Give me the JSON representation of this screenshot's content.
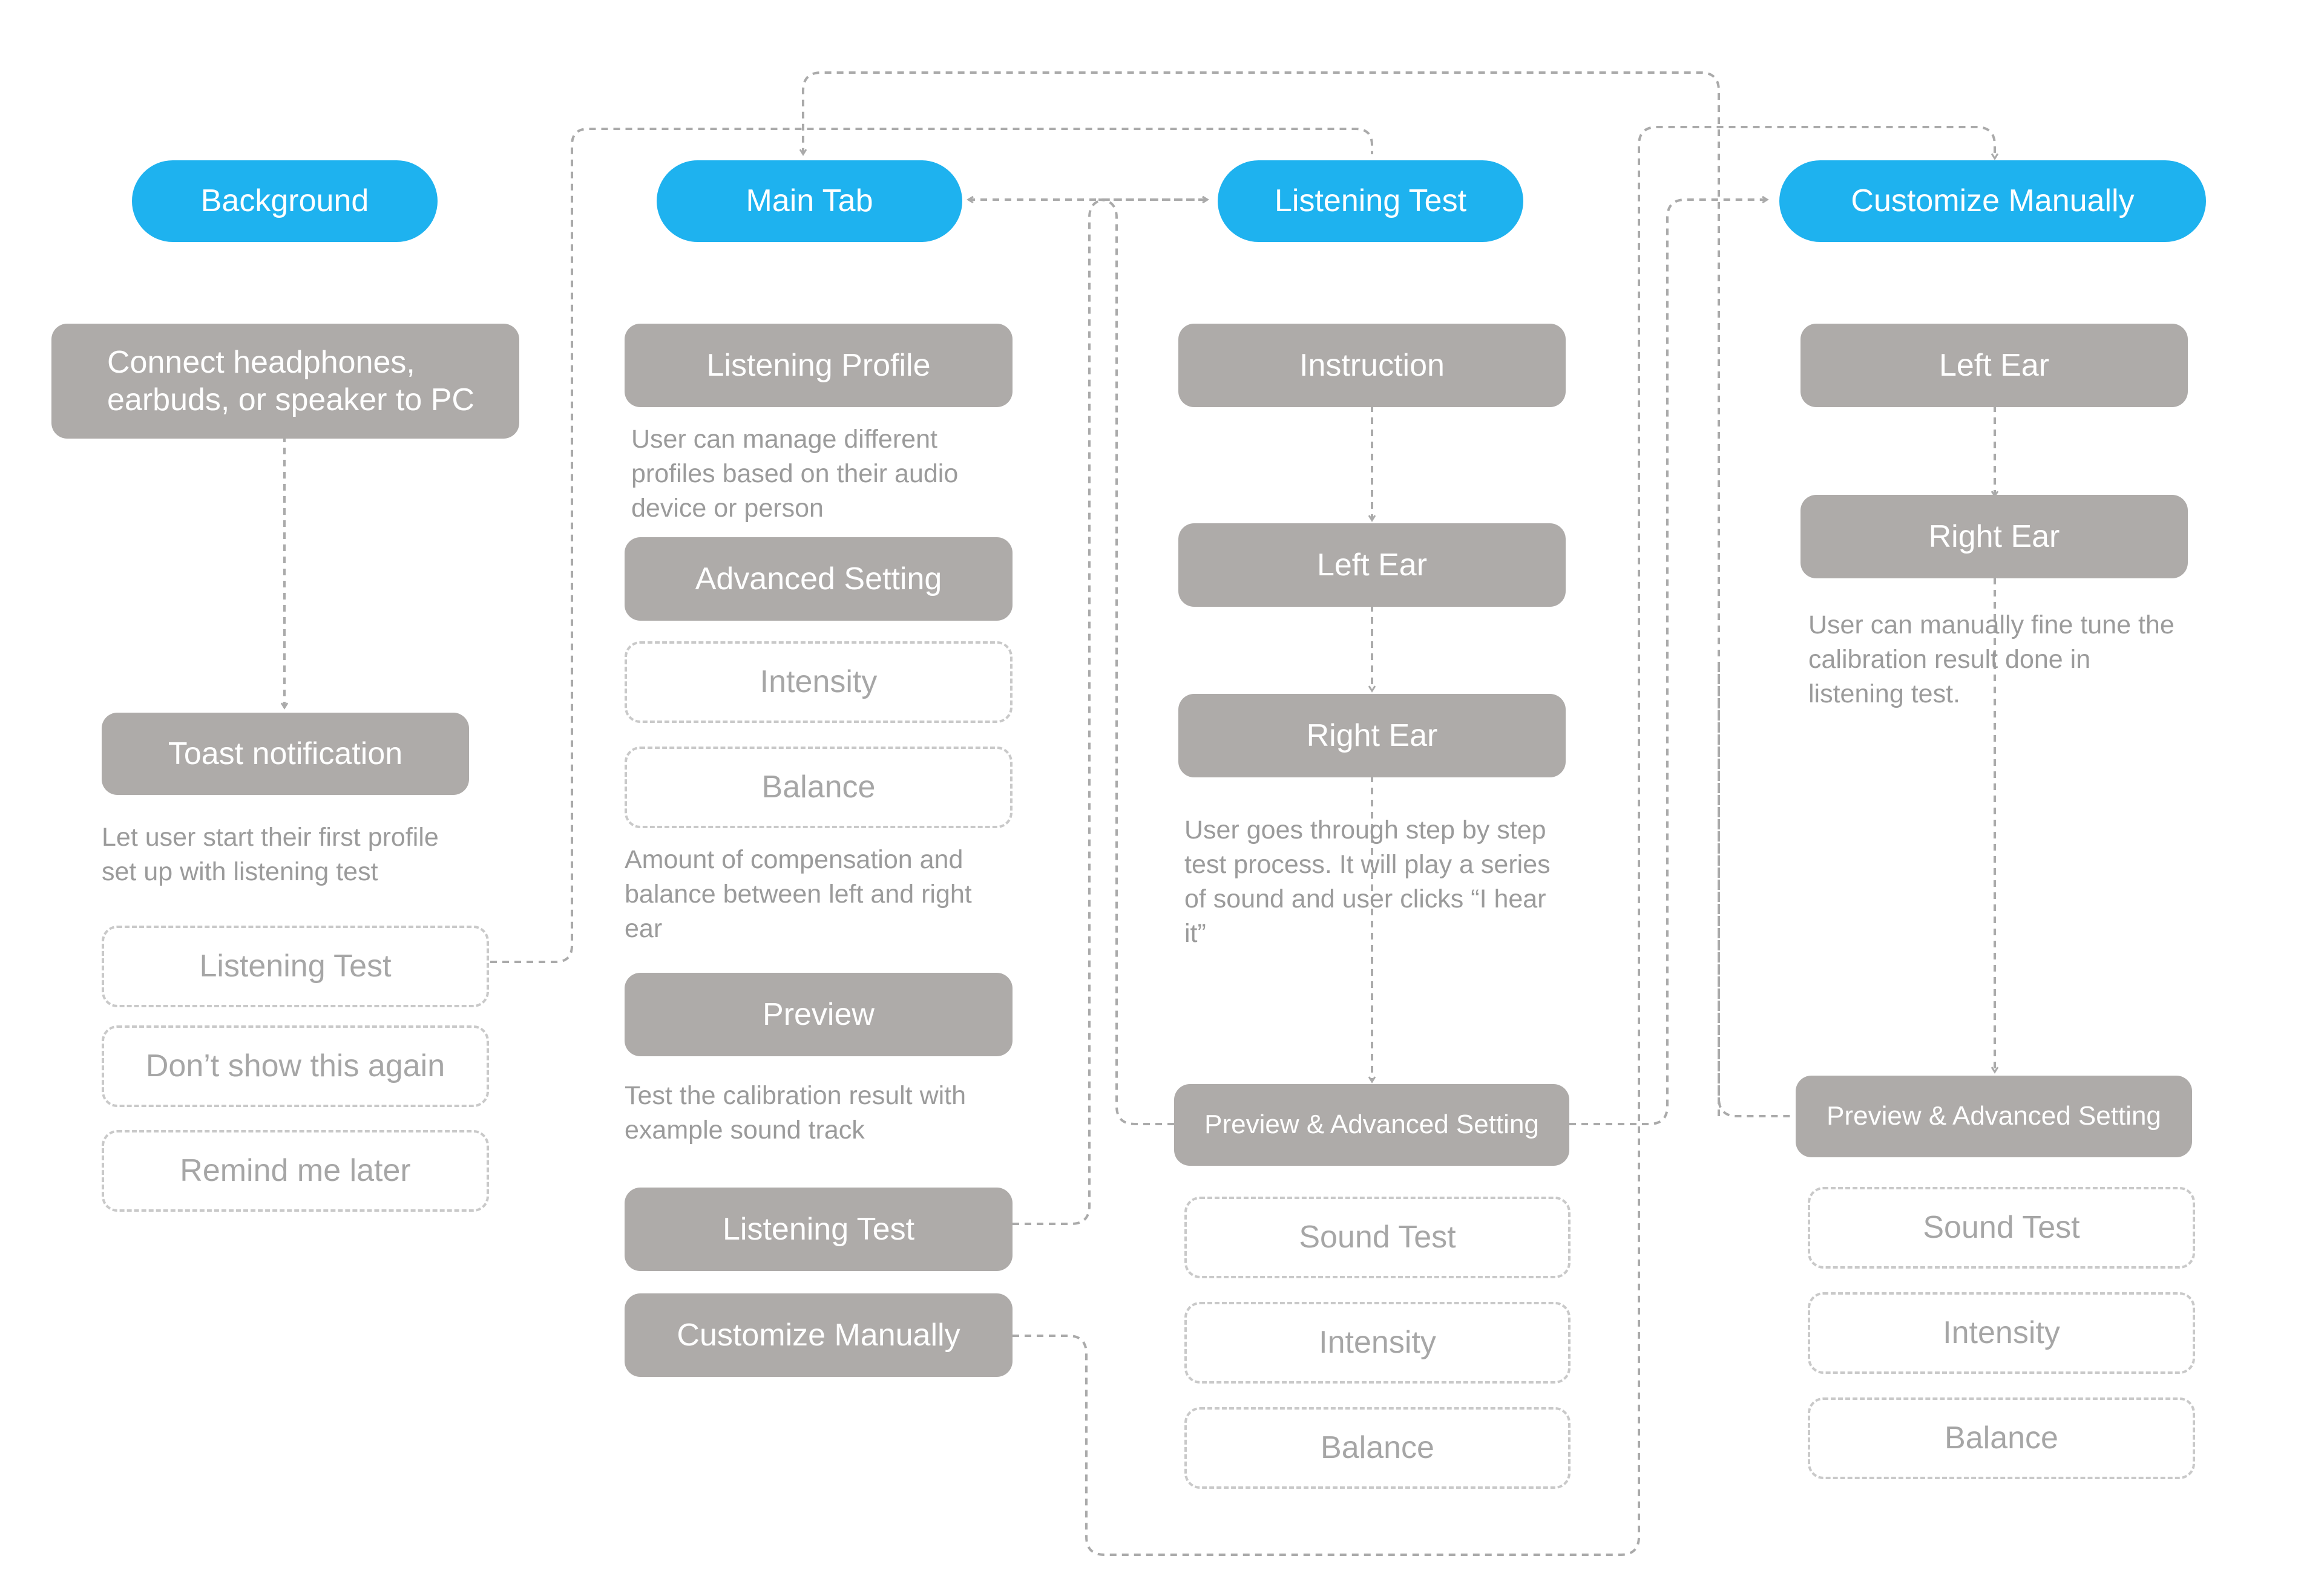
{
  "columns": {
    "background": {
      "header": "Background",
      "connect": "Connect headphones,\nearbuds, or speaker to PC",
      "toast": "Toast notification",
      "toast_desc": "Let user start their first profile\nset up with listening test",
      "options": [
        "Listening Test",
        "Don’t show this again",
        "Remind me later"
      ]
    },
    "main_tab": {
      "header": "Main Tab",
      "listening_profile": "Listening Profile",
      "listening_profile_desc": "User can manage different\nprofiles based on their audio\ndevice or person",
      "advanced_setting": "Advanced Setting",
      "intensity": "Intensity",
      "balance": "Balance",
      "advanced_desc": "Amount of compensation and\nbalance between left and right\near",
      "preview": "Preview",
      "preview_desc": "Test the calibration result with\nexample sound track",
      "listening_test": "Listening Test",
      "customize_manually": "Customize Manually"
    },
    "listening_test": {
      "header": "Listening Test",
      "instruction": "Instruction",
      "left_ear": "Left Ear",
      "right_ear": "Right Ear",
      "desc": "User goes through step by step\ntest process. It will play a series\nof sound and user clicks “I hear\nit”",
      "preview_advanced": "Preview & Advanced Setting",
      "sound_test": "Sound Test",
      "intensity": "Intensity",
      "balance": "Balance"
    },
    "customize_manually": {
      "header": "Customize Manually",
      "left_ear": "Left Ear",
      "right_ear": "Right Ear",
      "desc": "User can manually fine tune the\ncalibration result done in\nlistening test.",
      "preview_advanced": "Preview & Advanced Setting",
      "sound_test": "Sound Test",
      "intensity": "Intensity",
      "balance": "Balance"
    }
  },
  "colors": {
    "header": "#1eb2ef",
    "node": "#aeaba9",
    "dashed_border": "#c9c9c9",
    "connector": "#aaaaaa",
    "description": "#9b9b9b"
  }
}
